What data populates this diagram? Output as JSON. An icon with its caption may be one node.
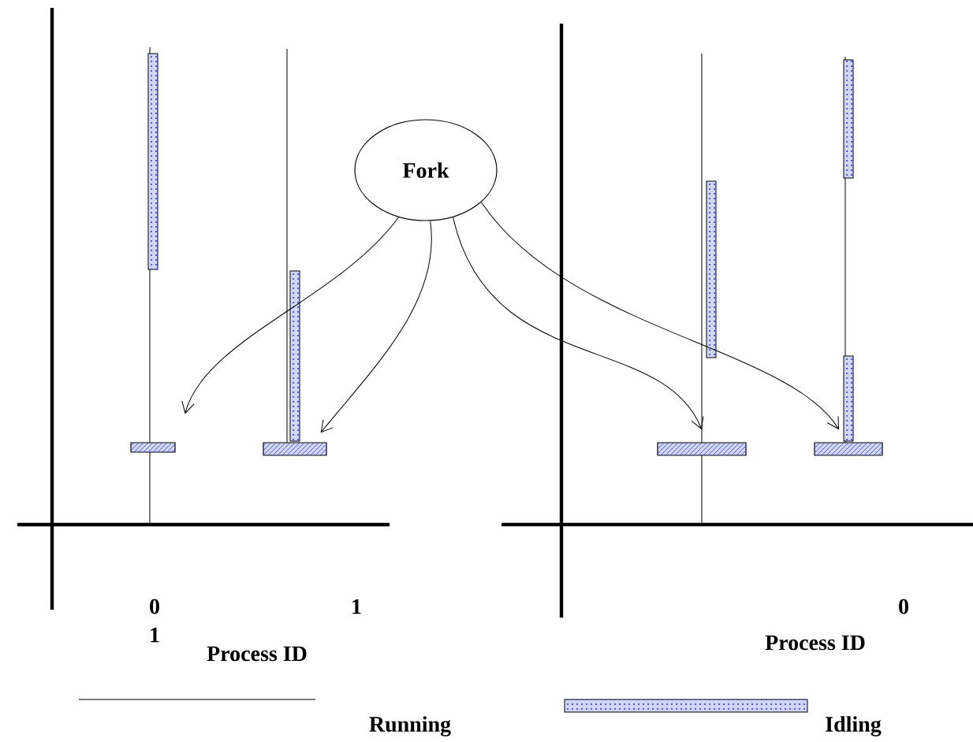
{
  "diagram": {
    "nodes": [
      {
        "text": [
          "Fork"
        ]
      },
      {
        "text": [],
        "shape": "bar"
      },
      {
        "text": [],
        "shape": "bar"
      },
      {
        "text": [],
        "shape": "bar"
      },
      {
        "text": [],
        "shape": "bar"
      }
    ],
    "edges": [
      {
        "from": 0,
        "to": 1,
        "arrow": "to"
      },
      {
        "from": 0,
        "to": 2,
        "arrow": "to"
      },
      {
        "from": 0,
        "to": 3,
        "arrow": "to"
      },
      {
        "from": 0,
        "to": 4,
        "arrow": "to"
      }
    ],
    "labels": [
      "0",
      "1",
      "1",
      "Process ID",
      "0",
      "Process ID"
    ],
    "legend": [
      {
        "text": "Running"
      },
      {
        "text": "Idling"
      }
    ]
  }
}
